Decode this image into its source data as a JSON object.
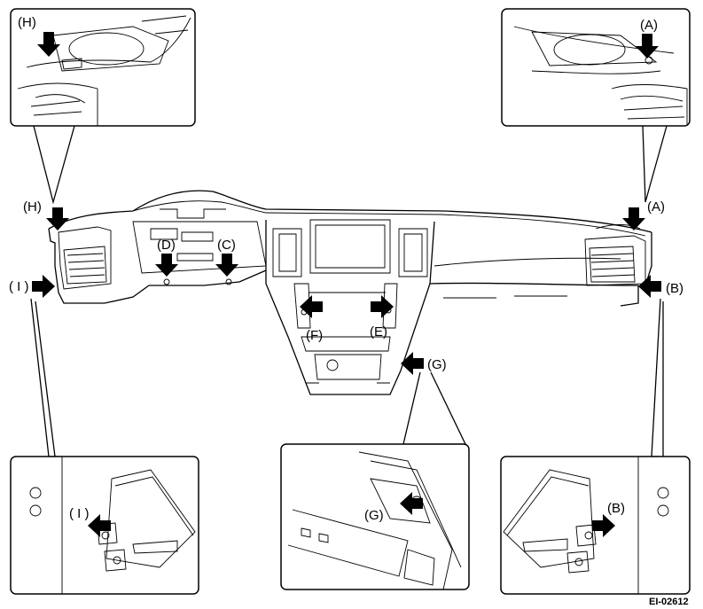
{
  "figure_id": "EI-02612",
  "callouts": {
    "A": "(A)",
    "B": "(B)",
    "C": "(C)",
    "D": "(D)",
    "E": "(E)",
    "F": "(F)",
    "G": "(G)",
    "H": "(H)",
    "I": "( I )"
  }
}
